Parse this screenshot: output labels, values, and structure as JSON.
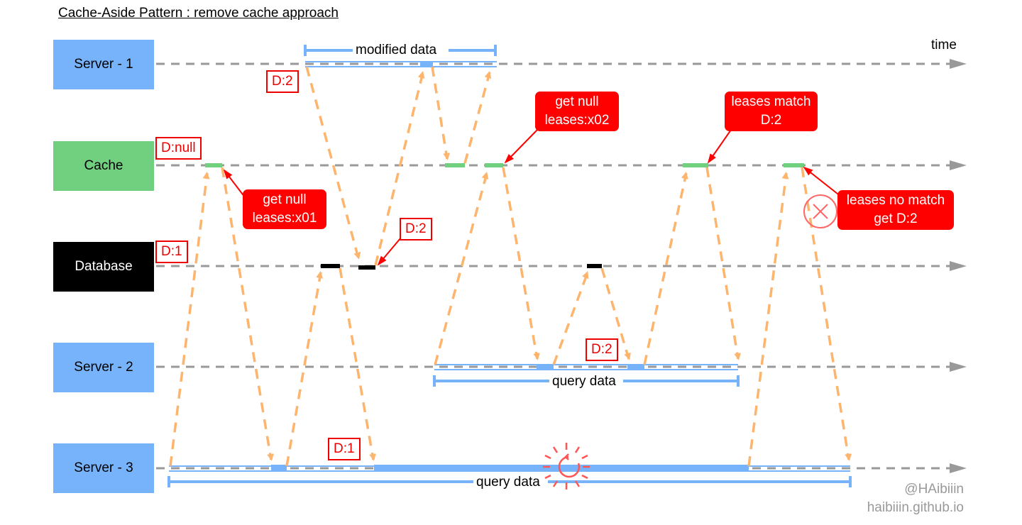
{
  "title": "Cache-Aside Pattern : remove cache approach",
  "axis_label": "time",
  "actors": [
    {
      "id": "server1",
      "label": "Server - 1",
      "color": "#77b3fa"
    },
    {
      "id": "cache",
      "label": "Cache",
      "color": "#70d07f"
    },
    {
      "id": "database",
      "label": "Database",
      "color": "#000000"
    },
    {
      "id": "server2",
      "label": "Server - 2",
      "color": "#77b3fa"
    },
    {
      "id": "server3",
      "label": "Server - 3",
      "color": "#77b3fa"
    }
  ],
  "value_boxes": {
    "server1_value": "D:2",
    "cache_initial": "D:null",
    "db_initial": "D:1",
    "db_updated": "D:2",
    "server2_value": "D:2",
    "server3_value": "D:1"
  },
  "callouts": {
    "get_null_x01": [
      "get null",
      "leases:x01"
    ],
    "get_null_x02": [
      "get null",
      "leases:x02"
    ],
    "leases_match": [
      "leases match",
      "D:2"
    ],
    "leases_no_match": [
      "leases no match",
      "get D:2"
    ]
  },
  "spans": {
    "server1": "modified data",
    "server2": "query data",
    "server3": "query data"
  },
  "icons": {
    "reject": "circle-x-icon",
    "stall": "loading-spinner-icon"
  },
  "colors": {
    "message_arrow": "#fdb46c",
    "lifeline": "#999999",
    "callout": "#ff0000",
    "span": "#77b3fa"
  },
  "credits": {
    "handle": "@HAibiiin",
    "site": "haibiiin.github.io"
  }
}
